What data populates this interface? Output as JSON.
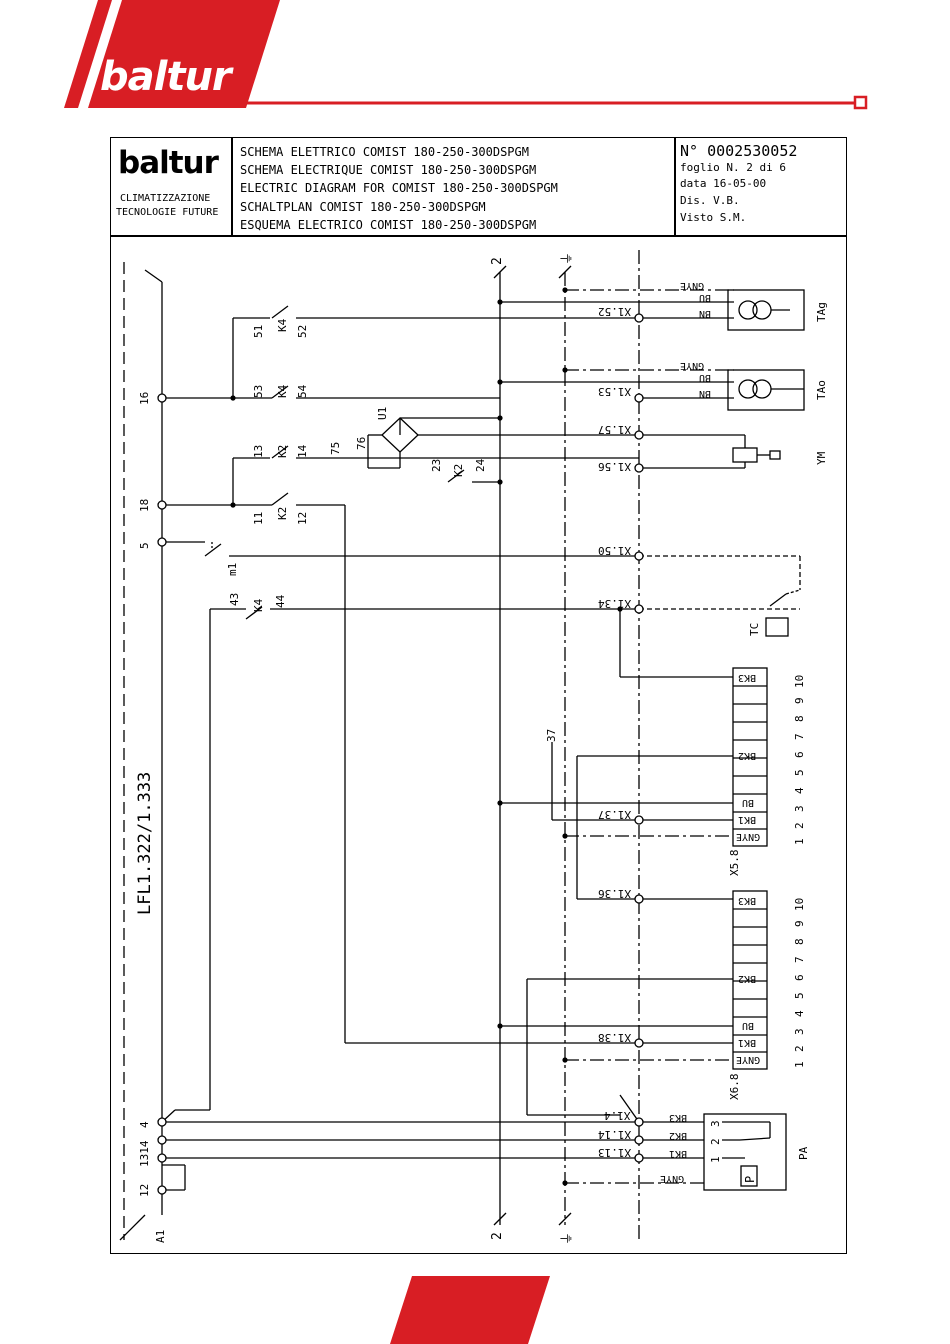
{
  "header": {
    "brand": "baltur"
  },
  "title_block": {
    "logo": "baltur",
    "company_line1": "CLIMATIZZAZIONE",
    "company_line2": "TECNOLOGIE FUTURE",
    "titles": [
      "SCHEMA ELETTRICO COMIST 180-250-300DSPGM",
      "SCHEMA ELECTRIQUE COMIST 180-250-300DSPGM",
      "ELECTRIC DIAGRAM FOR COMIST 180-250-300DSPGM",
      "SCHALTPLAN COMIST 180-250-300DSPGM",
      "ESQUEMA ELECTRICO COMIST 180-250-300DSPGM"
    ],
    "number": "N° 0002530052",
    "sheet": "foglio N. 2  di  6",
    "date": "data 16-05-00",
    "drawn": "Dis. V.B.",
    "checked": "Visto S.M."
  },
  "diagram": {
    "controller": "LFL1.322/1.333",
    "controller_ref": "A1",
    "controller_terminals": [
      "16",
      "18",
      "5",
      "4",
      "1314",
      "12"
    ],
    "bus_left": "2",
    "bus_earth": "⏚",
    "contacts": [
      {
        "name": "K4",
        "a": "51",
        "b": "52"
      },
      {
        "name": "K4",
        "a": "53",
        "b": "54"
      },
      {
        "name": "K2",
        "a": "13",
        "b": "14"
      },
      {
        "name": "K2",
        "a": "11",
        "b": "12"
      },
      {
        "name": "K2",
        "a": "23",
        "b": "24"
      },
      {
        "name": "K4",
        "a": "43",
        "b": "44"
      },
      {
        "name": "m1",
        "a": "",
        "b": ""
      }
    ],
    "wire_numbers": [
      "75",
      "76",
      "37"
    ],
    "rectifier": "U1",
    "terminals": [
      "X1.52",
      "X1.53",
      "X1.57",
      "X1.56",
      "X1.50",
      "X1.34",
      "X1.37",
      "X1.36",
      "X1.38",
      "X1.4",
      "X1.14",
      "X1.13"
    ],
    "wire_colors": [
      "GNYE",
      "BU",
      "BN",
      "BK3",
      "BK2",
      "BK1"
    ],
    "devices": [
      "TAg",
      "TAo",
      "YM",
      "TC",
      "PA",
      "X5.8",
      "X6.8"
    ],
    "connector_pins": [
      "1",
      "2",
      "3",
      "4",
      "5",
      "6",
      "7",
      "8",
      "9",
      "10"
    ],
    "pa_pins": [
      "3",
      "2",
      "1"
    ],
    "pressure_switch": "P"
  }
}
